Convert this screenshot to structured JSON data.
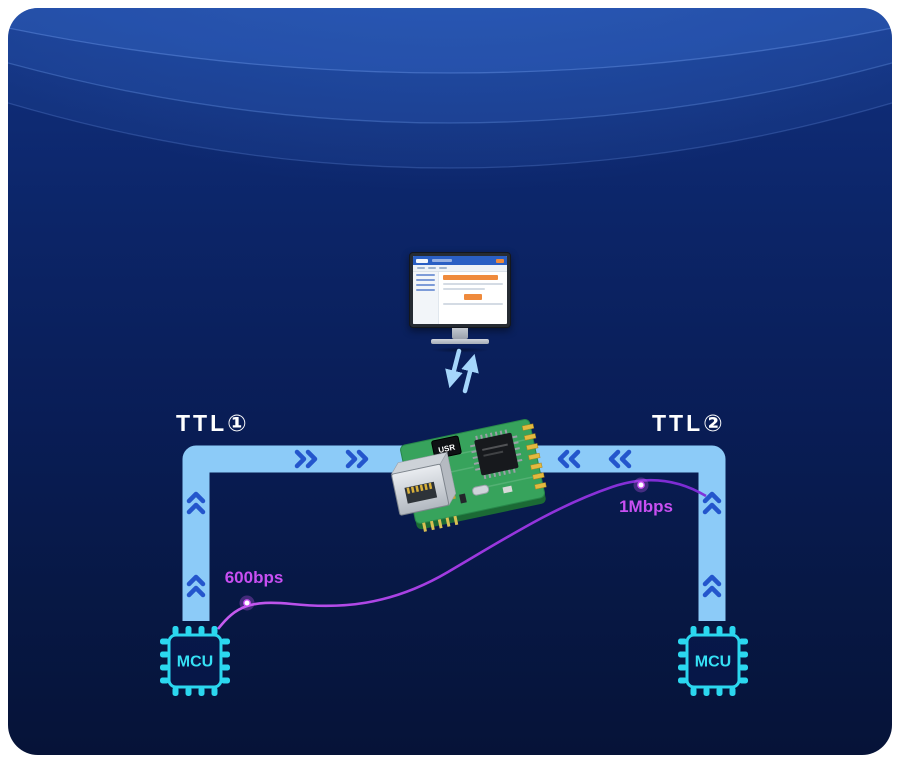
{
  "diagram": {
    "ttl_left_label": "TTL①",
    "ttl_right_label": "TTL②",
    "mcu_left_label": "MCU",
    "mcu_right_label": "MCU",
    "speed_low_label": "600bps",
    "speed_high_label": "1Mbps",
    "module_chip_label": "USR",
    "colors": {
      "background_navy": "#0a2263",
      "path_light_blue": "#8ccbf8",
      "chevron_blue": "#2456cc",
      "mcu_cyan": "#2bd7ef",
      "speed_magenta": "#c84ff2",
      "label_white": "#ffffff",
      "pcb_green": "#37a35c",
      "accent_orange": "#ef8a3c"
    }
  }
}
